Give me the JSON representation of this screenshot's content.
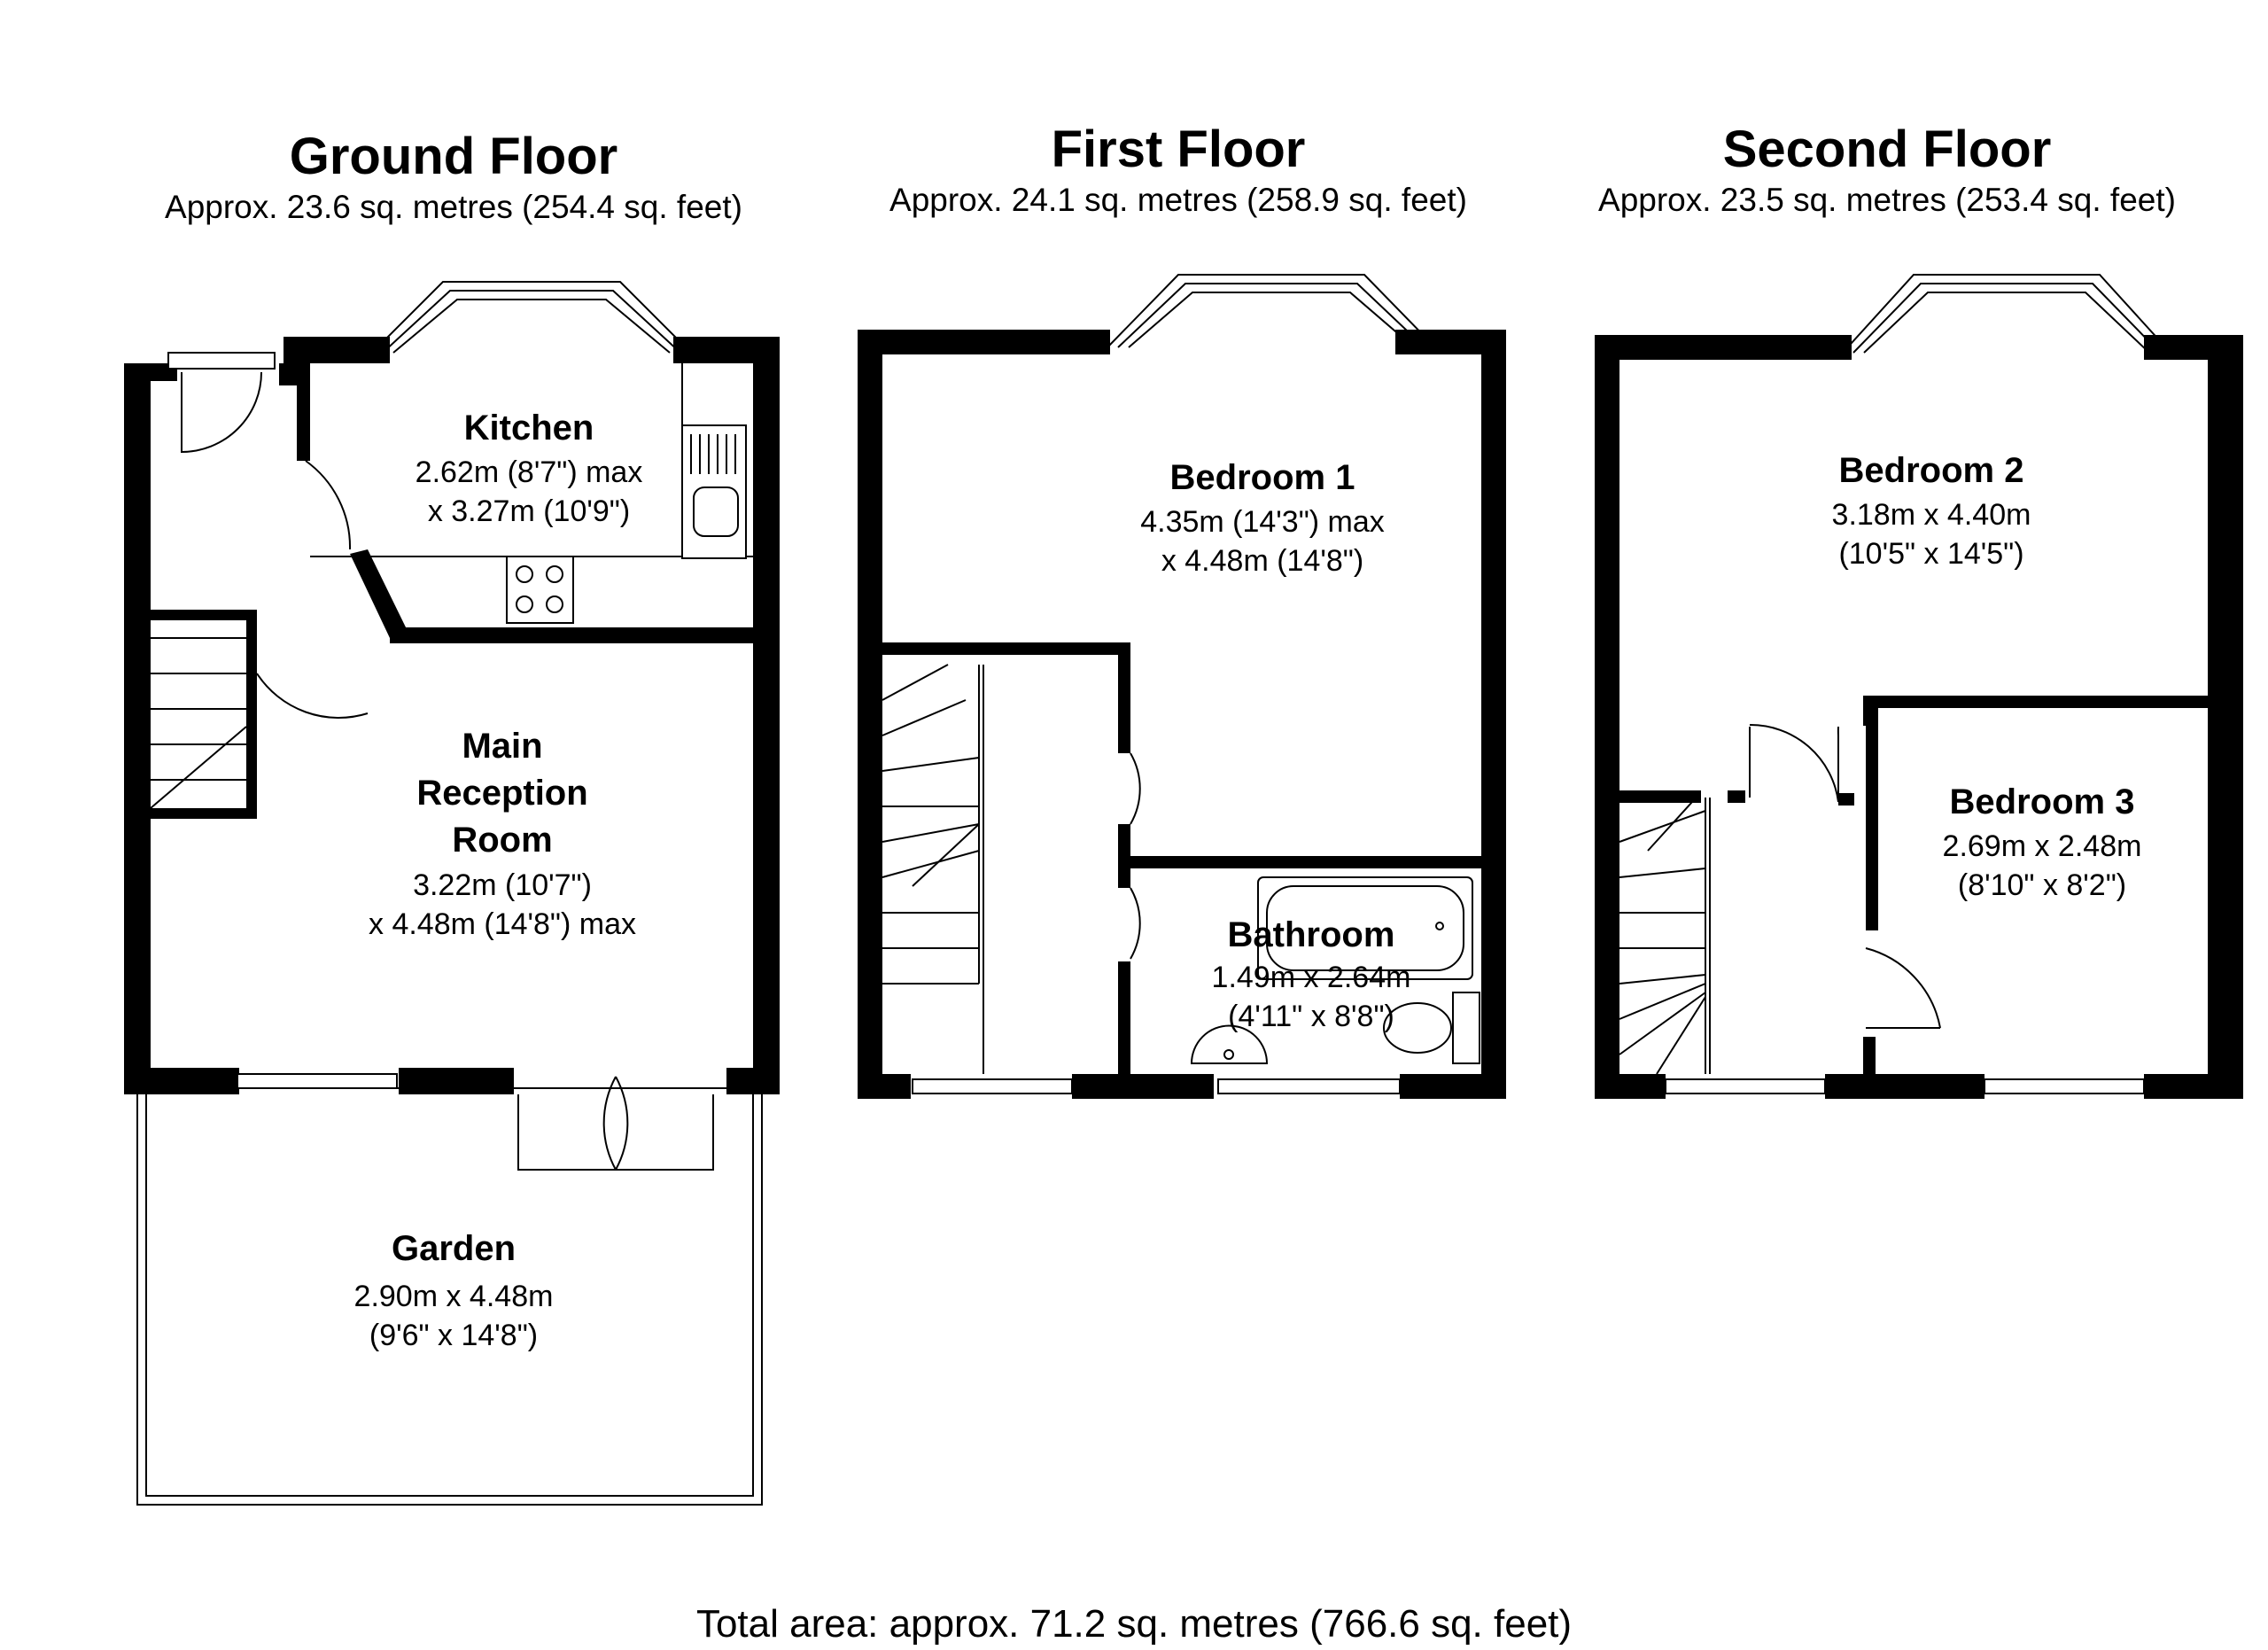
{
  "floors": [
    {
      "title": "Ground Floor",
      "area": "Approx.  23.6 sq. metres (254.4 sq. feet)"
    },
    {
      "title": "First Floor",
      "area": "Approx.  24.1 sq. metres (258.9 sq. feet)"
    },
    {
      "title": "Second Floor",
      "area": "Approx.  23.5 sq. metres (253.4 sq. feet)"
    }
  ],
  "rooms": {
    "kitchen": {
      "name": "Kitchen",
      "dim1": "2.62m (8'7\") max",
      "dim2": "x 3.27m (10'9\")"
    },
    "reception": {
      "name1": "Main",
      "name2": "Reception",
      "name3": "Room",
      "dim1": "3.22m (10'7\")",
      "dim2": "x 4.48m (14'8\") max"
    },
    "garden": {
      "name": "Garden",
      "dim1": "2.90m x 4.48m",
      "dim2": "(9'6\" x 14'8\")"
    },
    "bedroom1": {
      "name": "Bedroom 1",
      "dim1": "4.35m (14'3\") max",
      "dim2": "x 4.48m (14'8\")"
    },
    "bathroom": {
      "name": "Bathroom",
      "dim1": "1.49m x 2.64m",
      "dim2": "(4'11\" x 8'8\")"
    },
    "bedroom2": {
      "name": "Bedroom 2",
      "dim1": "3.18m x 4.40m",
      "dim2": "(10'5\" x 14'5\")"
    },
    "bedroom3": {
      "name": "Bedroom 3",
      "dim1": "2.69m x 2.48m",
      "dim2": "(8'10\" x 8'2\")"
    }
  },
  "total_area": "Total area: approx.  71.2 sq. metres (766.6 sq. feet)"
}
